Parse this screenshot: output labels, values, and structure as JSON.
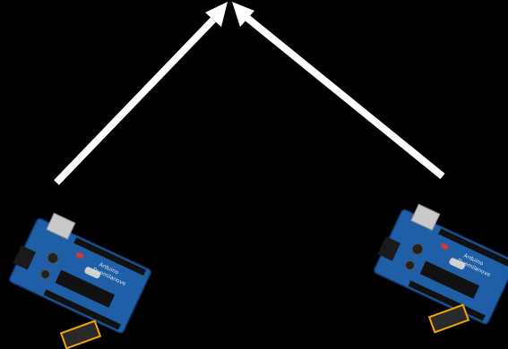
{
  "diagram": {
    "background_color": "#000000",
    "arrow_color": "#ffffff",
    "arrows": [
      {
        "name": "left",
        "from": "arduino-board-left",
        "to": "top-center"
      },
      {
        "name": "right",
        "from": "arduino-board-right",
        "to": "top-center"
      }
    ],
    "boards": [
      {
        "name": "arduino-board-left",
        "label_line1": "Arduino",
        "label_line2": "Duemilanove",
        "pcb_color": "#1f5fa8",
        "module_color": "#f0a500"
      },
      {
        "name": "arduino-board-right",
        "label_line1": "Arduino",
        "label_line2": "Duemilanove",
        "pcb_color": "#1f5fa8",
        "module_color": "#f0a500"
      }
    ]
  }
}
